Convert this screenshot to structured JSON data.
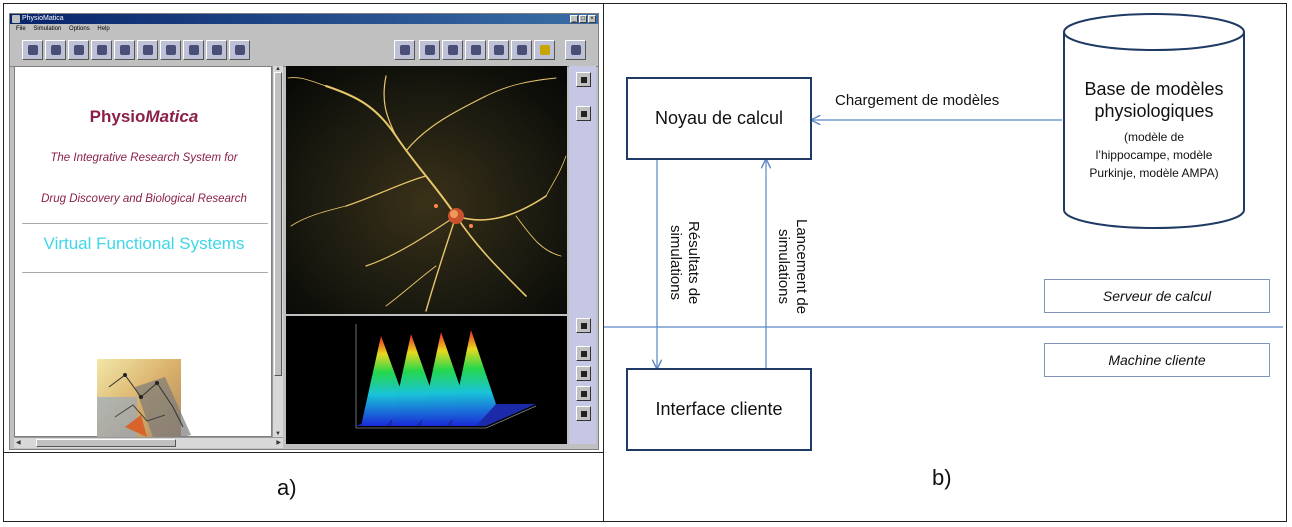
{
  "panel_a": {
    "caption": "a)",
    "window": {
      "title": "PhysioMatica",
      "menu": [
        "File",
        "Simulation",
        "Options",
        "Help"
      ],
      "controls": [
        "_",
        "□",
        "×"
      ],
      "content": {
        "title_plain": "Physio",
        "title_italic": "Matica",
        "tagline_1": "The Integrative Research System for",
        "tagline_2": "Drug Discovery and Biological Research",
        "subtitle": "Virtual Functional Systems"
      }
    }
  },
  "panel_b": {
    "caption": "b)",
    "compute_core": "Noyau de calcul",
    "client_interface": "Interface cliente",
    "db_title_1": "Base de modèles",
    "db_title_2": "physiologiques",
    "db_detail_1": "(modèle de",
    "db_detail_2": "l’hippocampe, modèle",
    "db_detail_3": "Purkinje, modèle AMPA)",
    "load_label": "Chargement de modèles",
    "results_label_1": "Résultats de",
    "results_label_2": "simulations",
    "launch_label_1": "Lancement de",
    "launch_label_2": "simulations",
    "server_label": "Serveur de calcul",
    "client_machine_label": "Machine cliente"
  },
  "colors": {
    "accent_magenta": "#8a1f4a",
    "accent_cyan": "#3dd7e8",
    "diagram_line": "#1f3a64",
    "arrow_line": "#5b87c5"
  }
}
